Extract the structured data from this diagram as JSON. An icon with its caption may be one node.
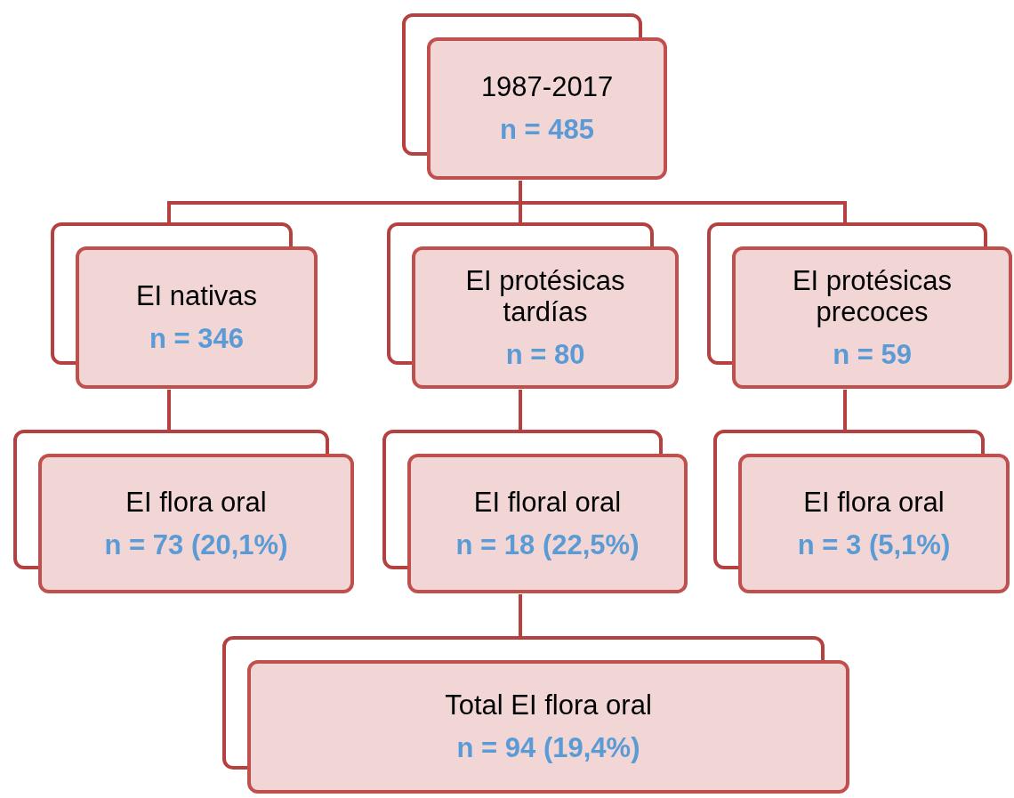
{
  "diagram": {
    "nodes": [
      {
        "text": [
          "1987-2017",
          "n = 485"
        ]
      },
      {
        "text": [
          "EI nativas",
          "n = 346"
        ]
      },
      {
        "text": [
          "EI protésicas tardías",
          "n = 80"
        ]
      },
      {
        "text": [
          "EI protésicas precoces",
          "n = 59"
        ]
      },
      {
        "text": [
          "EI flora oral",
          "n = 73 (20,1%)"
        ]
      },
      {
        "text": [
          "EI floral oral",
          "n = 18 (22,5%)"
        ]
      },
      {
        "text": [
          "EI flora oral",
          "n = 3 (5,1%)"
        ]
      },
      {
        "text": [
          "Total EI flora oral",
          "n = 94 (19,4%)"
        ]
      }
    ],
    "edges": [
      {
        "from": 0,
        "to": 1,
        "arrow": "none"
      },
      {
        "from": 0,
        "to": 2,
        "arrow": "none"
      },
      {
        "from": 0,
        "to": 3,
        "arrow": "none"
      },
      {
        "from": 1,
        "to": 4,
        "arrow": "none"
      },
      {
        "from": 2,
        "to": 5,
        "arrow": "none"
      },
      {
        "from": 3,
        "to": 6,
        "arrow": "none"
      },
      {
        "from": 5,
        "to": 7,
        "arrow": "none"
      }
    ]
  }
}
